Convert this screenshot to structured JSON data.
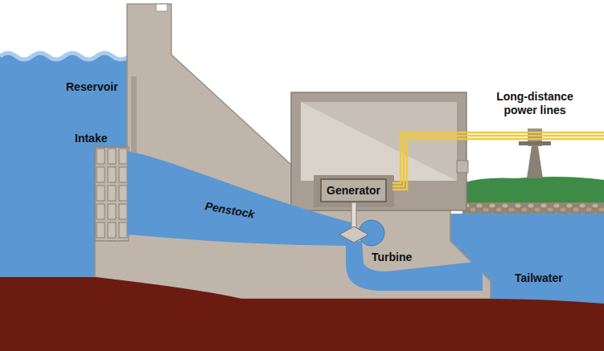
{
  "diagram": {
    "nodes": [
      {
        "text": [
          "Generator"
        ]
      }
    ],
    "labels": [
      "Reservoir",
      "Intake",
      "Penstock",
      "Turbine",
      "Long-distance power lines",
      "Tailwater"
    ]
  }
}
